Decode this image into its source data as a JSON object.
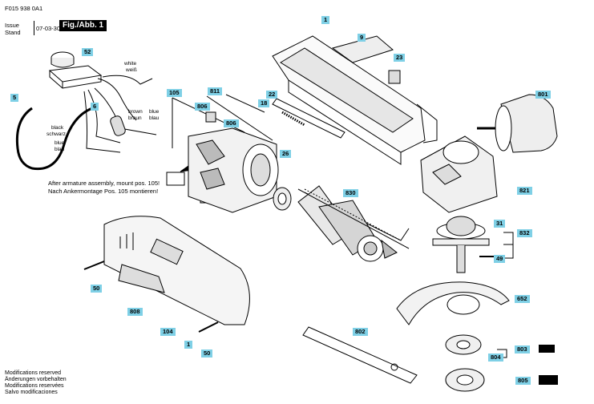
{
  "header": {
    "doc_number": "F015 938 0A1",
    "issue_label": "Issue",
    "stand_label": "Stand",
    "date": "07-03-30",
    "figure_label": "Fig./Abb. 1"
  },
  "parts": {
    "p1_top": "1",
    "p9": "9",
    "p23": "23",
    "p22": "22",
    "p18": "18",
    "p52": "52",
    "p5": "5",
    "p6": "6",
    "p105": "105",
    "p811": "811",
    "p806a": "806",
    "p806b": "806",
    "p26": "26",
    "p830": "830",
    "p801": "801",
    "p821": "821",
    "p31": "31",
    "p832": "832",
    "p49": "49",
    "p652": "652",
    "p802": "802",
    "p803": "803",
    "p804": "804",
    "p805": "805",
    "p50a": "50",
    "p808": "808",
    "p104": "104",
    "p1_bottom": "1",
    "p50b": "50"
  },
  "wire_labels": {
    "white": "white",
    "weiss": "weiß",
    "brown": "brown",
    "braun": "braun",
    "blue1": "blue",
    "blau1": "blau",
    "black": "black",
    "schwarz": "schwarz",
    "blue2": "blue",
    "blau2": "blau"
  },
  "note": {
    "en": "After armature assembly, mount pos. 105!",
    "de": "Nach Ankermontage Pos. 105 montieren!"
  },
  "footer": [
    "Modifications reserved",
    "Änderungen vorbehalten",
    "Modifications reservées",
    "Salvo modificaciones"
  ]
}
